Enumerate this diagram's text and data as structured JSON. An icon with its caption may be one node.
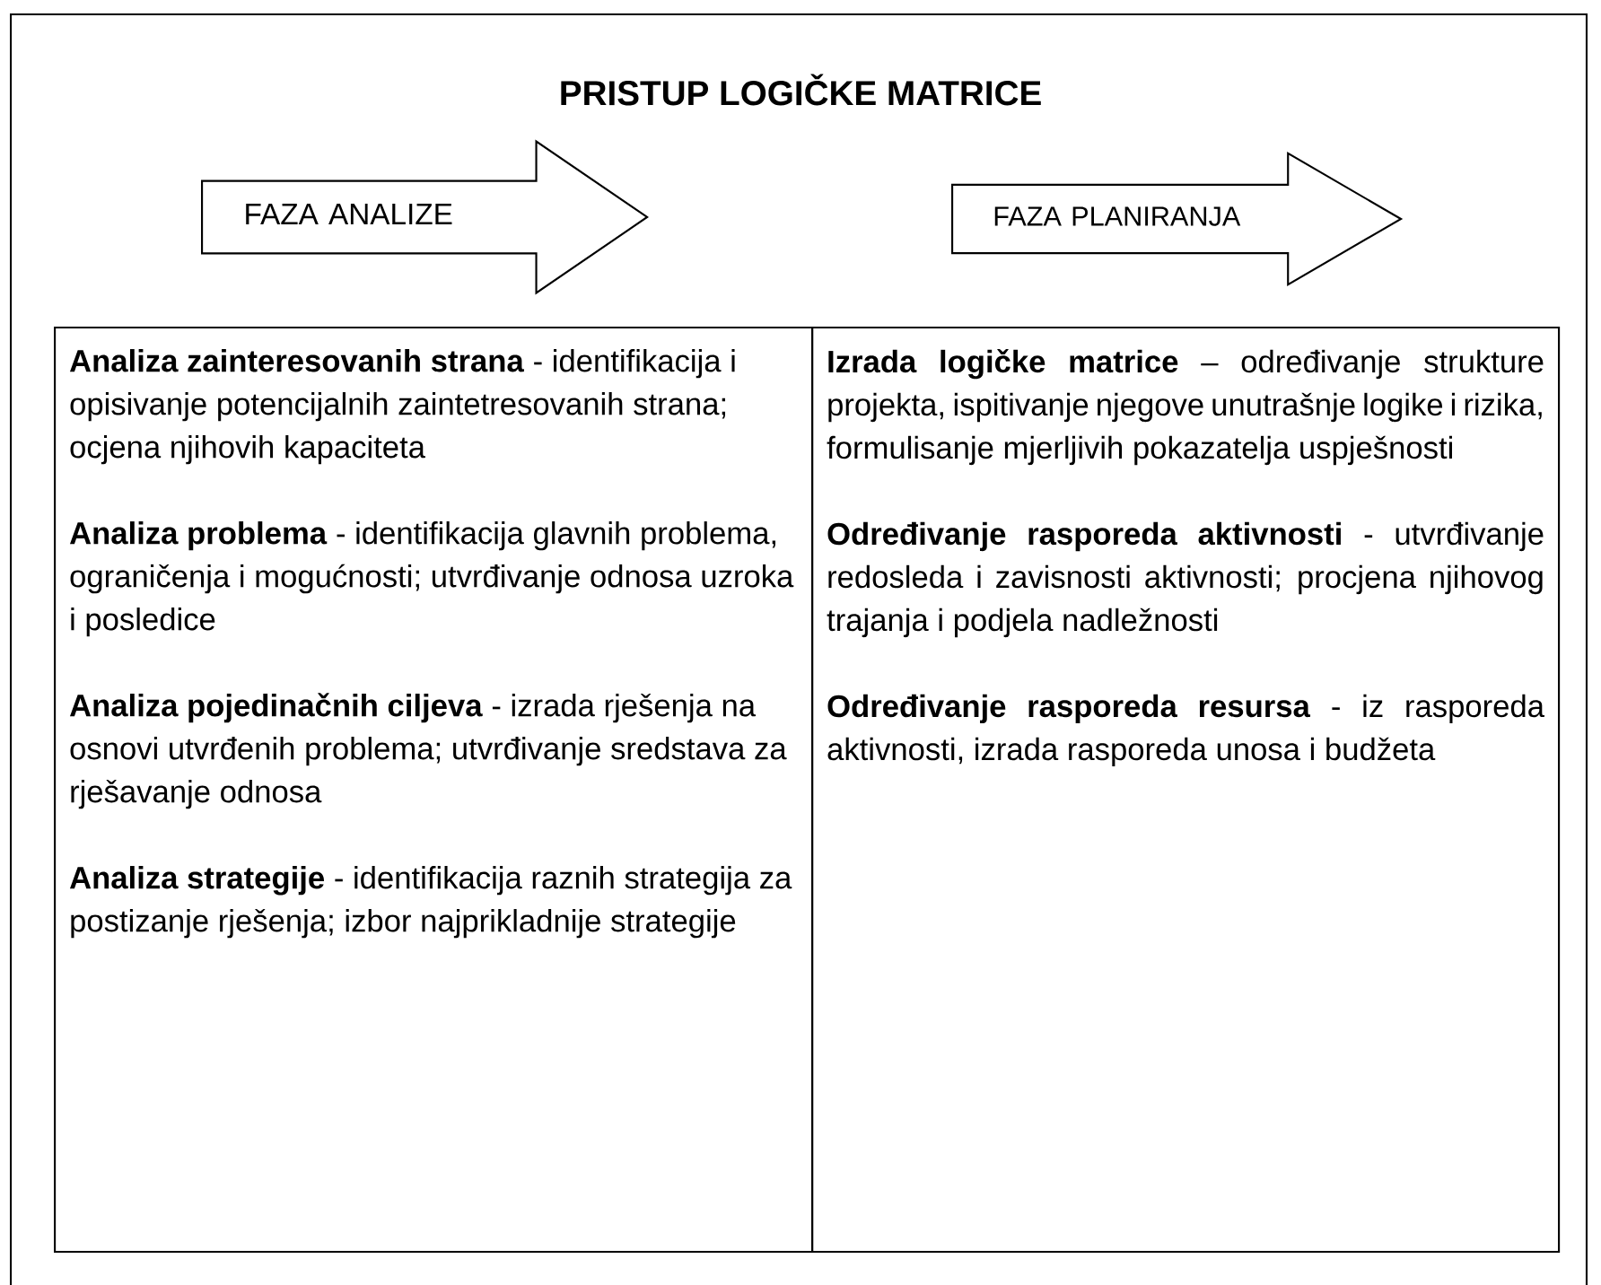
{
  "diagram": {
    "title": "PRISTUP LOGIČKE MATRICE",
    "nodes": [
      {
        "text": [
          "FAZA ANALIZE"
        ]
      },
      {
        "text": [
          "FAZA PLANIRANJA"
        ]
      },
      {
        "text": [
          "**Analiza zainteresovanih strana** - identifikacija i opisivanje potencijalnih zaintetresovanih strana; ocjena njihovih kapaciteta",
          "**Analiza problema** - identifikacija glavnih problema, ograničenja i mogućnosti; utvrđivanje odnosa uzroka i posledice",
          "**Analiza pojedinačnih ciljeva** - izrada rješenja na osnovi utvrđenih problema; utvrđivanje sredstava za rješavanje odnosa",
          "**Analiza strategije** - identifikacija raznih strategija za postizanje rješenja; izbor najprikladnije strategije"
        ]
      },
      {
        "text": [
          "**Izrada logičke matrice** – određivanje strukture projekta, ispitivanje njegove unutrašnje logike i rizika, formulisanje mjerljivih pokazatelja uspješnosti",
          "**Određivanje rasporeda aktivnosti** - utvrđivanje redosleda i zavisnosti aktivnosti; procjena njihovog trajanja i podjela nadležnosti",
          "**Određivanje rasporeda resursa** - iz rasporeda aktivnosti, izrada rasporeda unosa i budžeta"
        ]
      }
    ]
  }
}
